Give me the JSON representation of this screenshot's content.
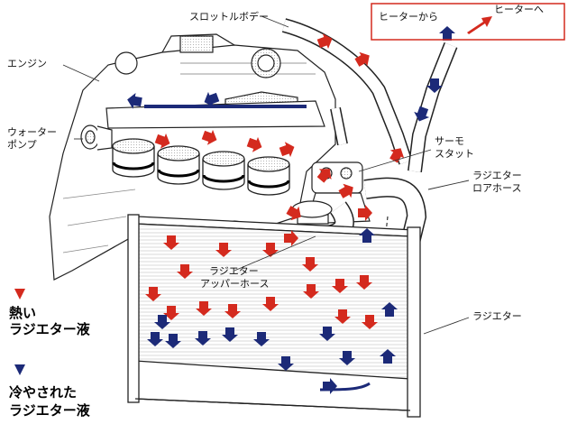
{
  "labels": {
    "throttle_body": "スロットルボデー",
    "from_heater": "ヒーターから",
    "to_heater": "ヒーターへ",
    "engine": "エンジン",
    "water_pump_1": "ウォーター",
    "water_pump_2": "ポンプ",
    "thermostat_1": "サーモ",
    "thermostat_2": "スタット",
    "lower_hose_1": "ラジエター",
    "lower_hose_2": "ロアホース",
    "upper_hose_1": "ラジエター",
    "upper_hose_2": "アッパーホース",
    "radiator": "ラジエター"
  },
  "legend": {
    "hot_1": "熱い",
    "hot_2": "ラジエター液",
    "cold_1": "冷やされた",
    "cold_2": "ラジエター液"
  },
  "colors": {
    "hot": "#d42a1e",
    "cold": "#1c2a78",
    "box": "#d42a1e"
  }
}
